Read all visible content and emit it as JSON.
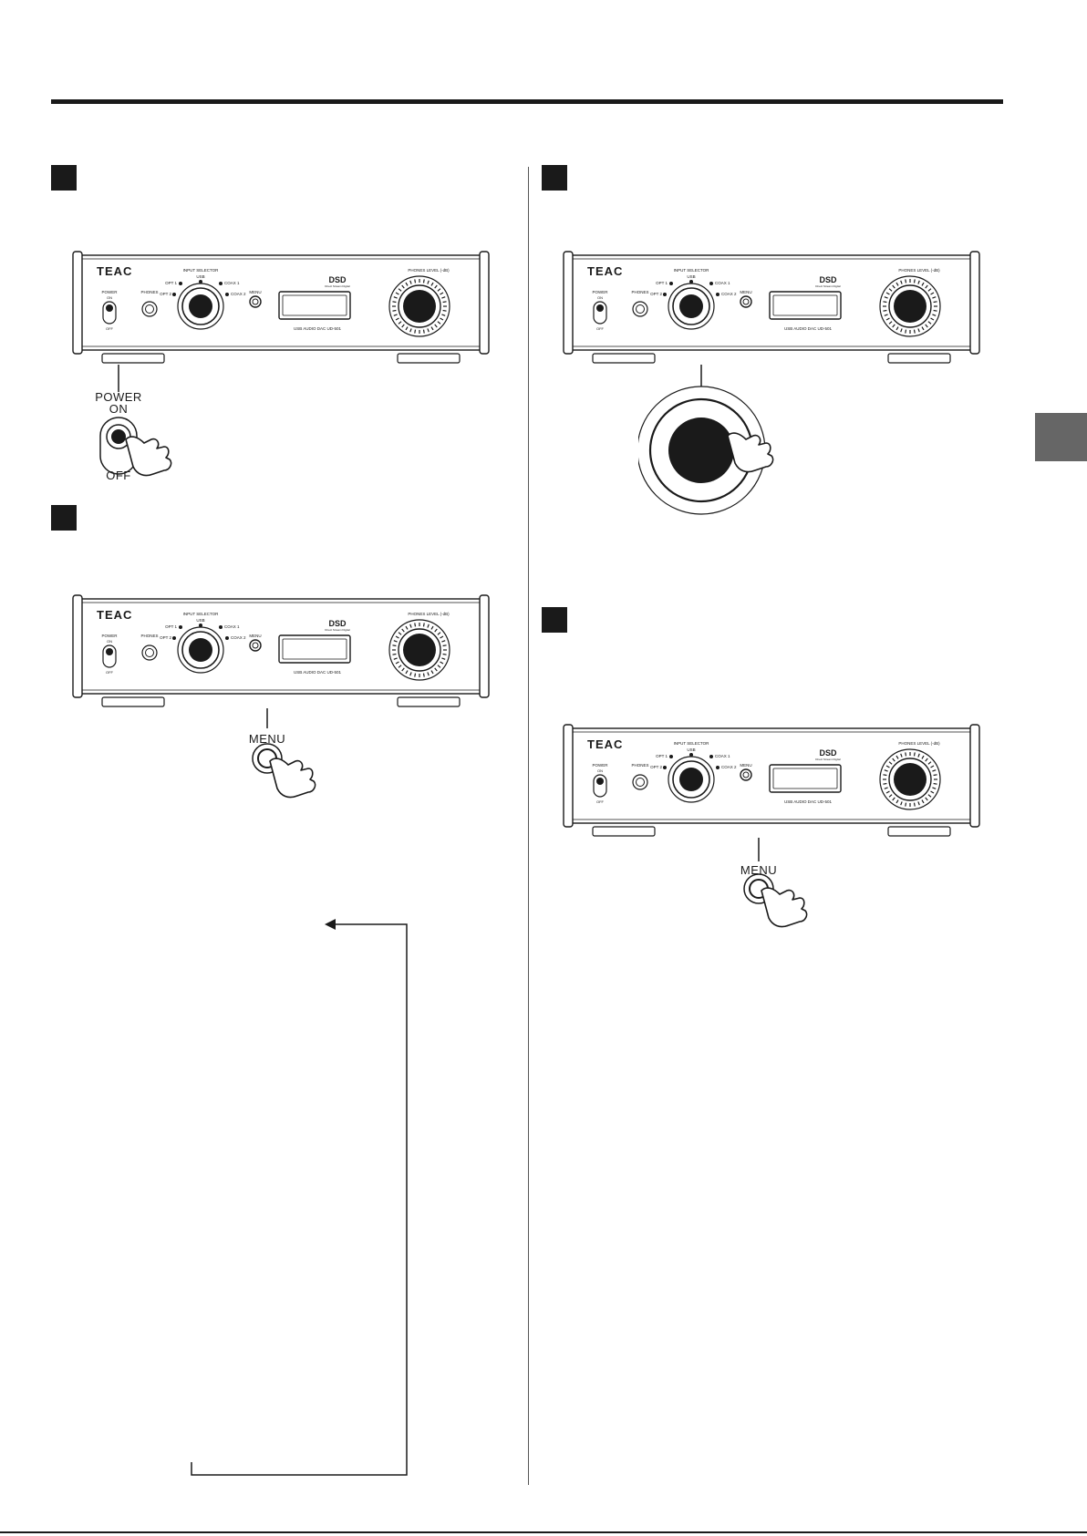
{
  "device": {
    "brand": "TEAC",
    "labels": {
      "power": "POWER",
      "on": "ON",
      "off": "OFF",
      "phones": "PHONES",
      "input_selector": "INPUT SELECTOR",
      "usb": "USB",
      "opt1": "OPT 1",
      "opt2": "OPT 2",
      "coax1": "COAX 1",
      "coax2": "COAX 2",
      "menu": "MENU",
      "dsd": "DSD",
      "dsd_sub": "Direct Stream Digital",
      "phones_level": "PHONES LEVEL (-dB)",
      "model": "USB AUDIO DAC UD-501"
    }
  },
  "callouts": {
    "power": "POWER",
    "on": "ON",
    "off": "OFF",
    "menu_step2": "MENU",
    "menu_step4": "MENU"
  },
  "colors": {
    "ink": "#1a1a1a",
    "tab": "#666666",
    "panel_fill": "#ffffff"
  },
  "icons": [
    "hand-press-icon",
    "flow-arrow-icon"
  ]
}
